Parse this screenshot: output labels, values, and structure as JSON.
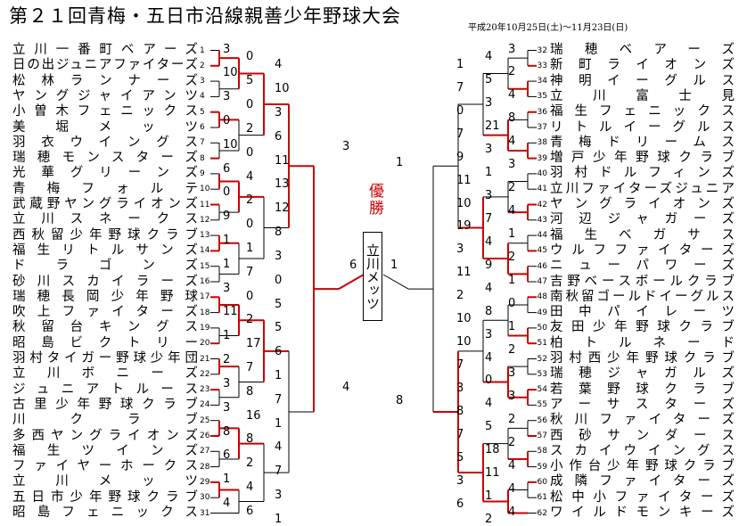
{
  "title": "第２１回青梅・五日市沿線親善少年野球大会",
  "date": "平成20年10月25日(土)〜11月23日(日)",
  "champion_label": "優勝",
  "champion_team": "立川メッツ",
  "left_teams": [
    {
      "no": "1",
      "name": "立川一番町ベアーズ"
    },
    {
      "no": "2",
      "name": "日の出ジュニアファイターズ"
    },
    {
      "no": "3",
      "name": "松林ランナーズ"
    },
    {
      "no": "4",
      "name": "ヤングジャイアンツ"
    },
    {
      "no": "5",
      "name": "小曽木フェニックス"
    },
    {
      "no": "6",
      "name": "美堀メッツ"
    },
    {
      "no": "7",
      "name": "羽衣ウイングス"
    },
    {
      "no": "8",
      "name": "瑞穂モンスターズ"
    },
    {
      "no": "9",
      "name": "光華グリーンズ"
    },
    {
      "no": "10",
      "name": "青梅フォルテ"
    },
    {
      "no": "11",
      "name": "武蔵野ヤングライオンズ"
    },
    {
      "no": "12",
      "name": "立川スネークス"
    },
    {
      "no": "13",
      "name": "西秋留少年野球クラブ"
    },
    {
      "no": "14",
      "name": "福生リトルサンズ"
    },
    {
      "no": "15",
      "name": "ドラゴンズ"
    },
    {
      "no": "16",
      "name": "砂川スカイラーズ"
    },
    {
      "no": "17",
      "name": "瑞穂長岡少年野球"
    },
    {
      "no": "18",
      "name": "吹上ファイターズ"
    },
    {
      "no": "19",
      "name": "秋留台キングス"
    },
    {
      "no": "20",
      "name": "昭島ビクトリー"
    },
    {
      "no": "21",
      "name": "羽村タイガー野球少年団"
    },
    {
      "no": "22",
      "name": "立川ボニーズ"
    },
    {
      "no": "23",
      "name": "ジュニアトルース"
    },
    {
      "no": "24",
      "name": "古里少年野球クラブ"
    },
    {
      "no": "25",
      "name": "川クラブ"
    },
    {
      "no": "26",
      "name": "多西ヤングライオンズ"
    },
    {
      "no": "27",
      "name": "福生ツインズ"
    },
    {
      "no": "28",
      "name": "ファイヤーホークス"
    },
    {
      "no": "29",
      "name": "立川メッツ"
    },
    {
      "no": "30",
      "name": "五日市少年野球クラブ"
    },
    {
      "no": "31",
      "name": "昭島フェニックス"
    }
  ],
  "right_teams": [
    {
      "no": "32",
      "name": "瑞穂ベアーズ"
    },
    {
      "no": "33",
      "name": "新町ライオンズ"
    },
    {
      "no": "34",
      "name": "神明イーグルス"
    },
    {
      "no": "35",
      "name": "立川富士見"
    },
    {
      "no": "36",
      "name": "福生フェニックス"
    },
    {
      "no": "37",
      "name": "リトルイーグルス"
    },
    {
      "no": "38",
      "name": "青梅ドリームス"
    },
    {
      "no": "39",
      "name": "増戸少年野球クラブ"
    },
    {
      "no": "40",
      "name": "羽村ドルフィンズ"
    },
    {
      "no": "41",
      "name": "立川ファイターズジュニア"
    },
    {
      "no": "42",
      "name": "ヤングライオンズ"
    },
    {
      "no": "43",
      "name": "河辺ジャガーズ"
    },
    {
      "no": "44",
      "name": "福生ベガサス"
    },
    {
      "no": "45",
      "name": "ウルフファイターズ"
    },
    {
      "no": "46",
      "name": "ニューパワーズ"
    },
    {
      "no": "47",
      "name": "吉野ベースボールクラブ"
    },
    {
      "no": "48",
      "name": "南秋留ゴールドイーグルス"
    },
    {
      "no": "49",
      "name": "田中パイレーツ"
    },
    {
      "no": "50",
      "name": "友田少年野球クラブ"
    },
    {
      "no": "51",
      "name": "柏トルネード"
    },
    {
      "no": "52",
      "name": "羽村西少年野球クラブ"
    },
    {
      "no": "53",
      "name": "瑞穂ジャガルズ"
    },
    {
      "no": "54",
      "name": "若葉野球クラブ"
    },
    {
      "no": "55",
      "name": "アーサスターズ"
    },
    {
      "no": "56",
      "name": "秋川ファイターズ"
    },
    {
      "no": "57",
      "name": "西砂サンダース"
    },
    {
      "no": "58",
      "name": "スカイウイングス"
    },
    {
      "no": "59",
      "name": "小作台少年野球クラブ"
    },
    {
      "no": "60",
      "name": "成隣ファイターズ"
    },
    {
      "no": "61",
      "name": "松中小ファイターズ"
    },
    {
      "no": "62",
      "name": "ワイルドモンキーズ"
    }
  ],
  "left_scores": [
    "3",
    "0",
    "4",
    "10",
    "5",
    "10",
    "3",
    "0",
    "3",
    "0",
    "2",
    "6",
    "10",
    "0",
    "11",
    "6",
    "4",
    "13",
    "0",
    "2",
    "12",
    "9",
    "0",
    "8",
    "1",
    "1",
    "3",
    "1",
    "7",
    "0",
    "3",
    "0",
    "5",
    "11",
    "2",
    "5",
    "1",
    "17",
    "6",
    "2",
    "7",
    "1",
    "3",
    "8",
    "7",
    "3",
    "16",
    "1",
    "8",
    "8",
    "4",
    "6",
    "2",
    "7",
    "1",
    "4",
    "3",
    "4",
    "6",
    "1"
  ],
  "right_scores": [
    "3",
    "4",
    "1",
    "2",
    "5",
    "7",
    "4",
    "3",
    "0",
    "8",
    "21",
    "7",
    "4",
    "3",
    "9",
    "3",
    "1",
    "11",
    "2",
    "3",
    "10",
    "4",
    "7",
    "19",
    "1",
    "4",
    "3",
    "2",
    "9",
    "11",
    "1",
    "4",
    "2",
    "0",
    "8",
    "10",
    "1",
    "3",
    "10",
    "2",
    "4",
    "7",
    "3",
    "0",
    "3",
    "3",
    "4",
    "8",
    "2",
    "5",
    "7",
    "2",
    "18",
    "5",
    "4",
    "11",
    "3",
    "4",
    "1",
    "6",
    "4",
    "2"
  ],
  "center_scores": {
    "left_final": "6",
    "right_final": "1",
    "left_semi_top": "3",
    "left_semi_bottom": "4",
    "right_semi_top": "1",
    "right_semi_bottom": "8"
  }
}
